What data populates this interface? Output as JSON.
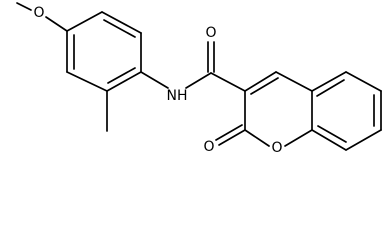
{
  "molecule": {
    "atom_labels": {
      "methoxy_oxygen": "O",
      "amide_oxygen": "O",
      "amide_nitrogen": "NH",
      "lactone_carbonyl_oxygen": "O",
      "ring_oxygen": "O"
    }
  }
}
